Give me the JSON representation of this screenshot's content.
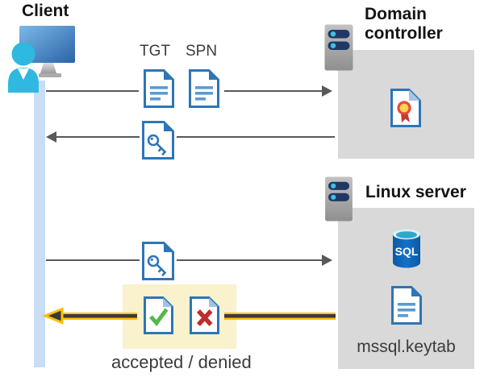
{
  "client": {
    "label": "Client"
  },
  "domain_controller": {
    "label": "Domain controller"
  },
  "linux_server": {
    "label": "Linux server",
    "keytab_label": "mssql.keytab"
  },
  "tickets": {
    "tgt": "TGT",
    "spn": "SPN"
  },
  "badges": {
    "sql": "SQL"
  },
  "result": {
    "label": "accepted / denied"
  },
  "colors": {
    "document_blue": "#2e75b6",
    "document_line_blue": "#5b9bd5",
    "container_gray": "#d9d9d9",
    "timeline_blue": "#c9def5",
    "arrow_gray": "#595959",
    "highlight_cream": "#faf2cd",
    "accent_yellow": "#ffc000",
    "accepted_green": "#54b948",
    "denied_red": "#c02b2b",
    "server_pill_navy": "#1f3864",
    "status_light_cyan": "#41c0e8",
    "person_cyan": "#2fb9e0"
  }
}
